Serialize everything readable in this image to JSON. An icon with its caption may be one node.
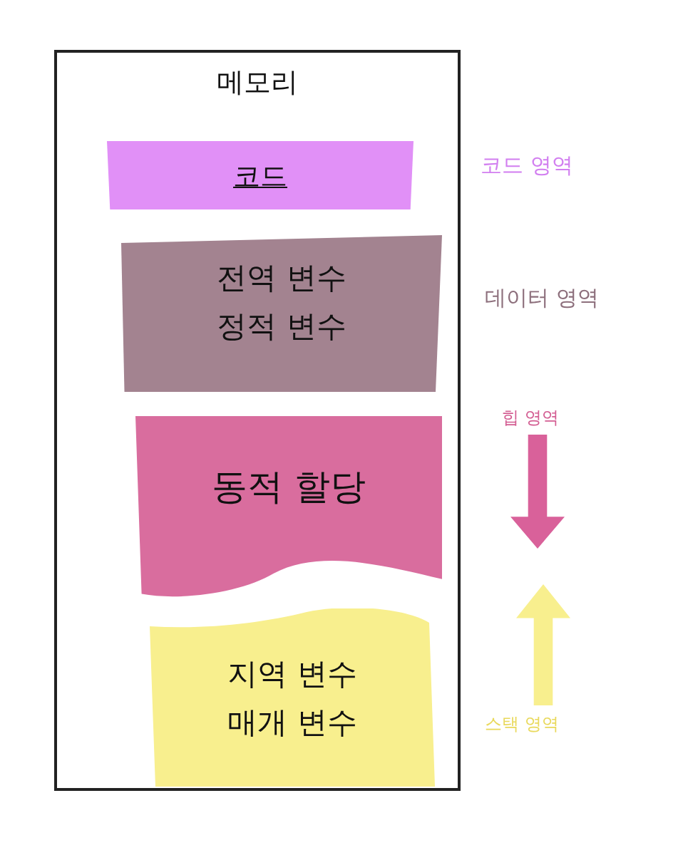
{
  "diagram": {
    "nodes": [
      {
        "text": [
          "메모리"
        ]
      },
      {
        "text": [
          "코드"
        ],
        "in": 0,
        "beside": [
          "코드 영역"
        ]
      },
      {
        "text": [
          "전역 변수 정적 변수"
        ],
        "in": 0,
        "beside": [
          "데이터 영역"
        ]
      },
      {
        "text": [
          "동적 할당"
        ],
        "in": 0,
        "beside": [
          "힙 영역"
        ]
      },
      {
        "text": [
          "지역 변수 매개 변수"
        ],
        "in": 0,
        "beside": [
          "스택 영역"
        ]
      }
    ]
  }
}
